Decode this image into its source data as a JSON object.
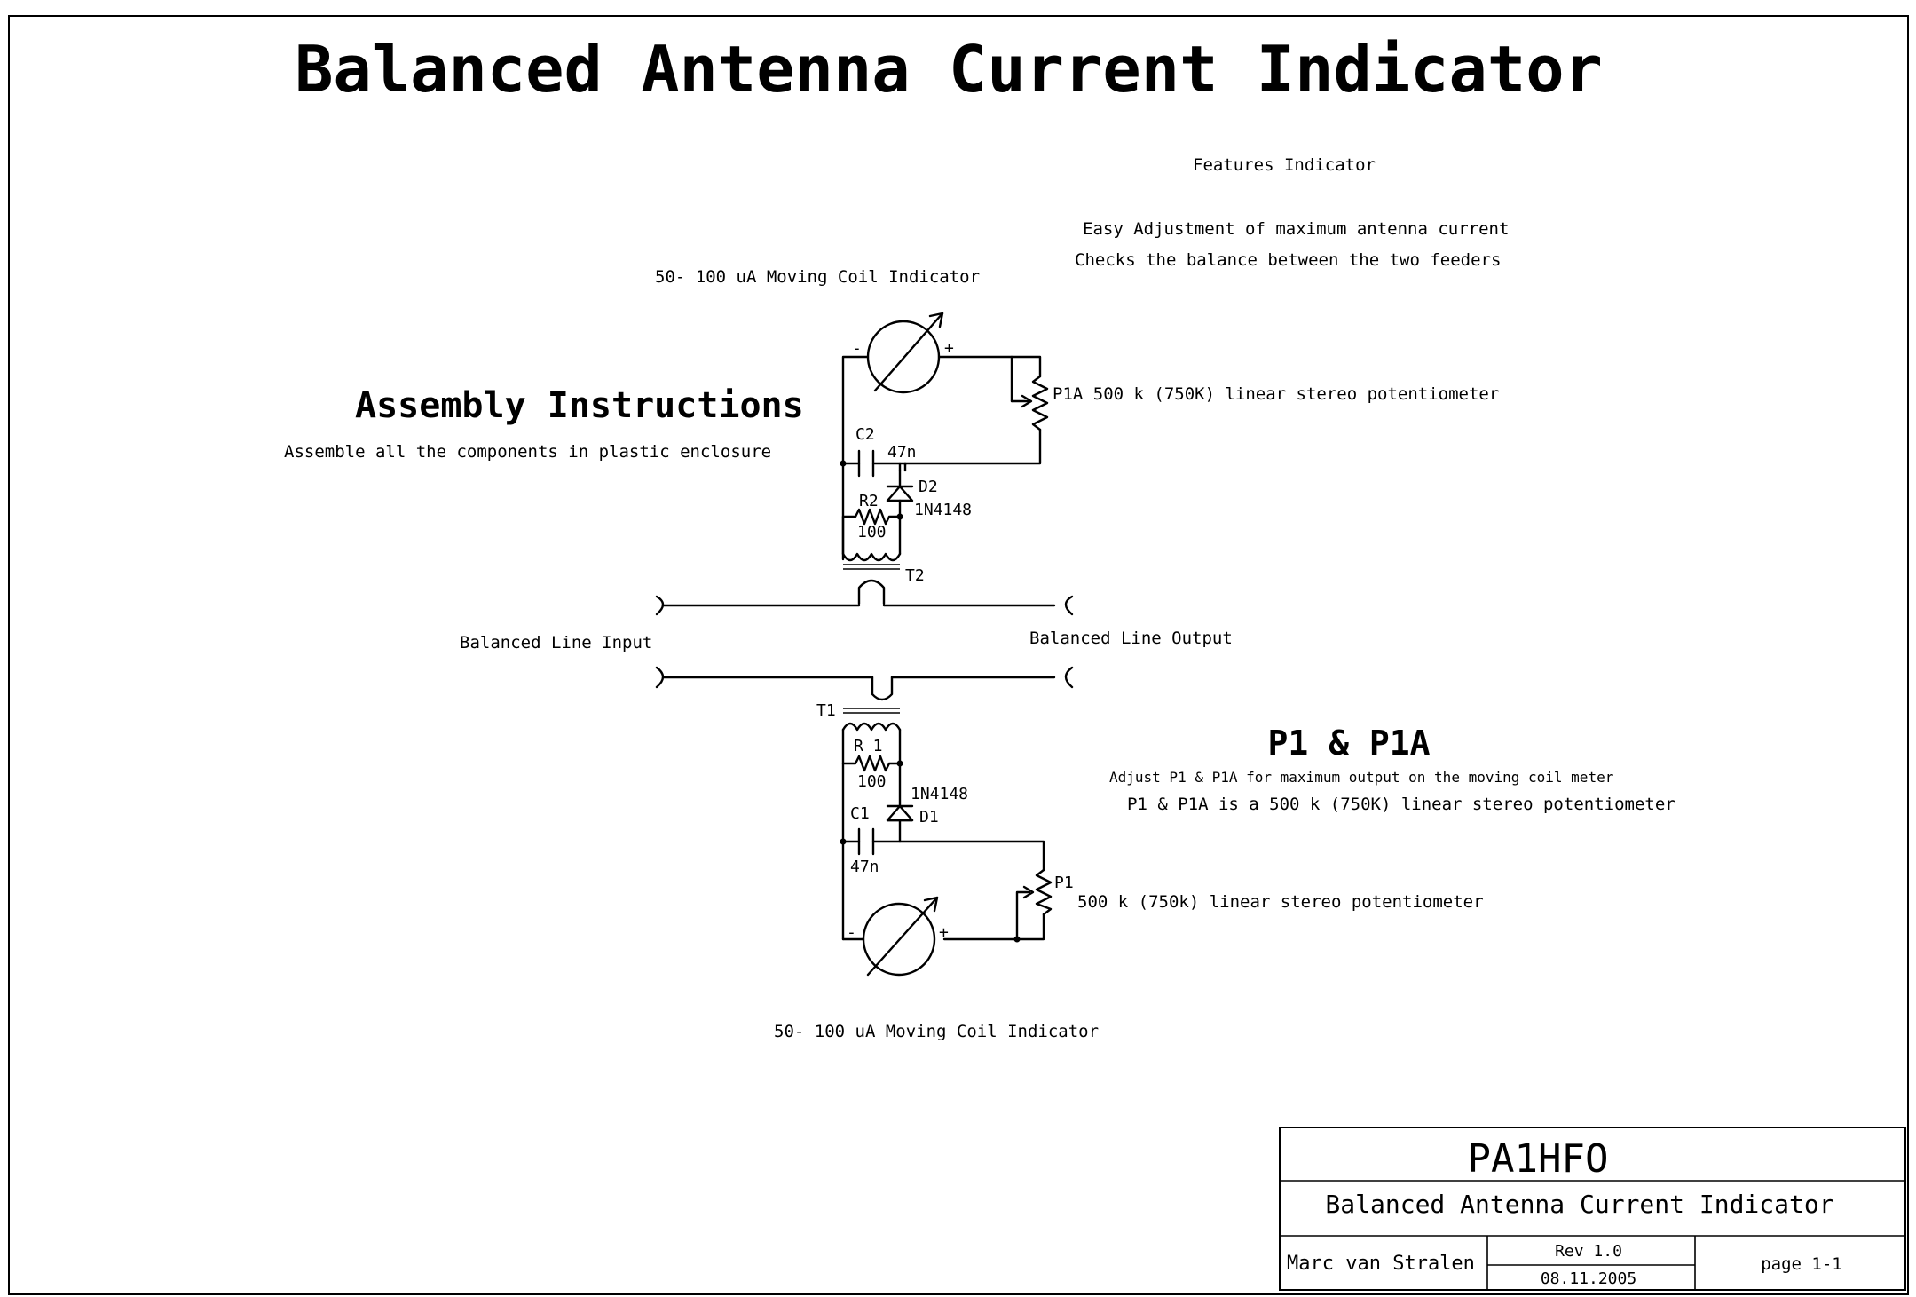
{
  "title": "Balanced Antenna Current Indicator",
  "features": {
    "heading": "Features Indicator",
    "lines": [
      "Easy Adjustment of maximum antenna current",
      "Checks the balance between the two feeders"
    ]
  },
  "assembly": {
    "heading": "Assembly Instructions",
    "text": "Assemble all the components in plastic enclosure"
  },
  "p1_note": {
    "heading": "P1 & P1A",
    "line1": "Adjust P1 & P1A for maximum output on the moving coil meter",
    "line2": "P1 & P1A is a 500 k (750K) linear stereo potentiometer"
  },
  "labels": {
    "meter_top": "50- 100 uA Moving Coil Indicator",
    "meter_bottom": "50- 100 uA Moving Coil Indicator",
    "p1a": "P1A 500 k (750K) linear stereo potentiometer",
    "p1": "P1",
    "p1_desc": "500 k (750k) linear stereo potentiometer",
    "c2": "C2",
    "c2_val": "47n",
    "d2": "D2",
    "d2_part": "1N4148",
    "r2": "R2",
    "r2_val": "100",
    "t2": "T2",
    "t1": "T1",
    "r1": "R 1",
    "r1_val": "100",
    "d1_part": "1N4148",
    "c1": "C1",
    "d1": "D1",
    "c1_val": "47n",
    "line_input": "Balanced Line Input",
    "line_output": "Balanced Line Output",
    "minus": "-",
    "plus": "+"
  },
  "title_block": {
    "callsign": "PA1HFO",
    "title": "Balanced Antenna Current Indicator",
    "author": "Marc van Stralen",
    "rev": "Rev 1.0",
    "date": "08.11.2005",
    "page": "page 1-1"
  }
}
